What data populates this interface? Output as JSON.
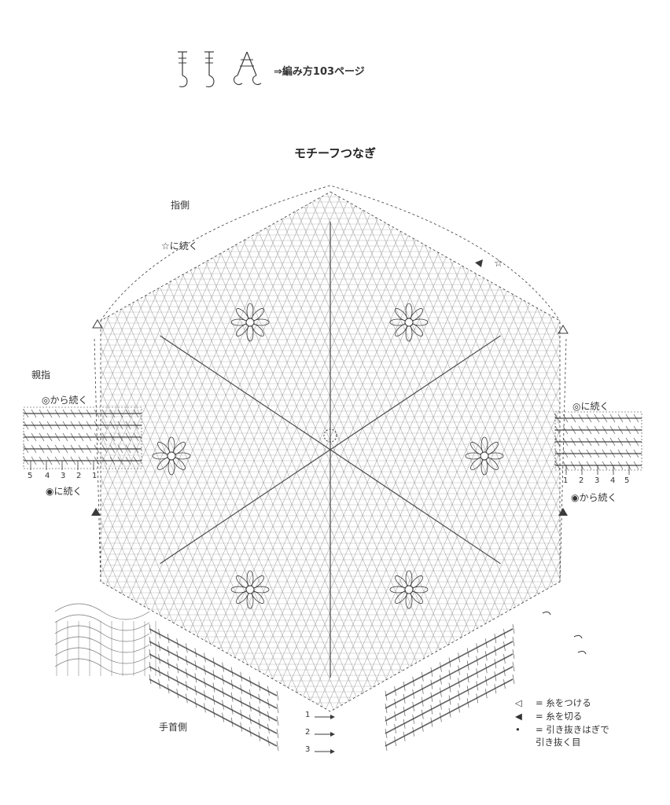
{
  "header": {
    "reference": "⇒編み方103ページ",
    "title": "モチーフつなぎ"
  },
  "labels": {
    "finger_side": "指側",
    "thumb": "親指",
    "wrist_side": "手首側",
    "continue_to_star": "☆に続く",
    "star": "☆",
    "continue_from_double": "◎から続く",
    "continue_to_bullseye": "◉に続く",
    "continue_to_double": "◎に続く",
    "continue_from_bullseye": "◉から続く"
  },
  "row_numbers": {
    "left": [
      "5",
      "4",
      "3",
      "2",
      "1"
    ],
    "right": [
      "1",
      "2",
      "3",
      "4",
      "5"
    ],
    "bottom": [
      "1",
      "2",
      "3"
    ]
  },
  "legend": [
    {
      "symbol": "◁",
      "text": "= 糸をつける"
    },
    {
      "symbol": "◀",
      "text": "= 糸を切る"
    },
    {
      "symbol": "•",
      "text": "= 引き抜きはぎで"
    },
    {
      "symbol": "",
      "text": "引き抜く目"
    }
  ]
}
